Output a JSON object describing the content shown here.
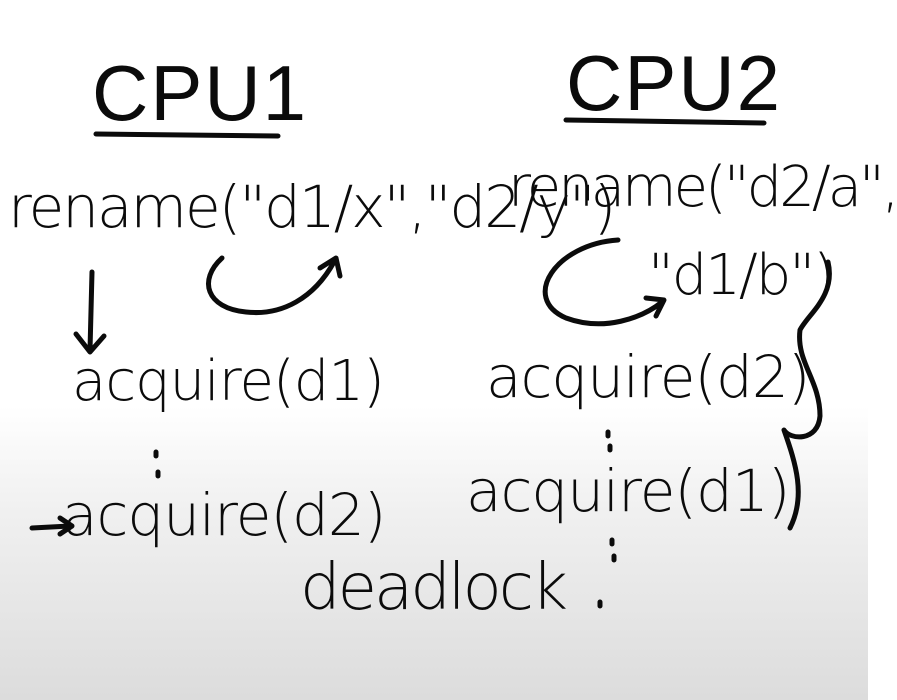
{
  "columns": [
    {
      "title": "CPU1",
      "call": "rename(\"d1/x\",\"d2/y\")",
      "first_acquire": "acquire(d1)",
      "second_acquire": "acquire(d2)"
    },
    {
      "title": "CPU2",
      "call_line1": "rename(\"d2/a\",",
      "call_line2": "\"d1/b\")",
      "first_acquire": "acquire(d2)",
      "second_acquire": "acquire(d1)"
    }
  ],
  "result": "deadlock",
  "colors": {
    "ink": "#0b0b0b",
    "board": "#ffffff",
    "shade": "#dcdcdc"
  }
}
